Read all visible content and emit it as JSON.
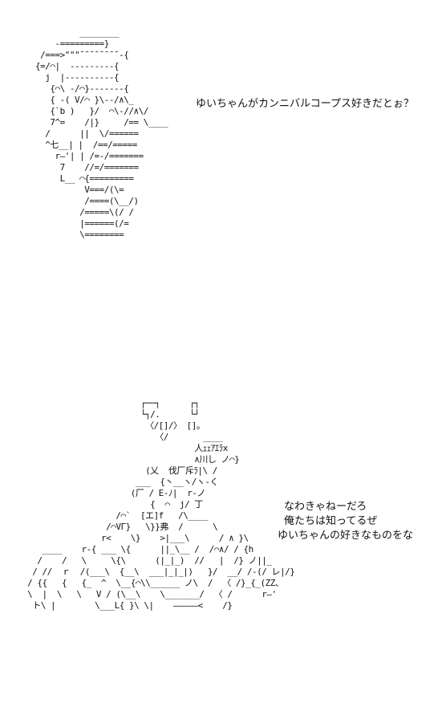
{
  "art": {
    "top": "         ________\n    -=========}\n /===>\"\"\"¯¯¯¯¯¯¯¯-{\n{=/⌒|  ---------{\n  j  |----------{\n   {⌒\\ -/⌒}-------{\n   { -( V/⌒ }\\--/∧\\_\n   {`b )   }/  ⌒\\-//∧\\/\n   7^=    /|}     /== \\____\n  /      ||  \\/======\n  ^七__| |  /==/=====\n    r―'| | /=-/=======\n     7    //=/=======\n     L__ ⌒{=========\n          V===/(\\=\n          /====(\\__/)\n         /=====\\(/ /\n         |======(/=\n         \\========",
    "bottom": "                        ┌──┐      ┌┐\n                        └┐/.      └┘\n                         〈/[]/〉 []。\n                           〈/       ____\n                                   人ｪｪｱｴﾗx\n                                   ∧川し ノ⌒}\n                         (乂  伐厂斥ﾗ|\\ /\n                       ___  {丶__ヽ/ヽ-く\n                      (厂 / E-ﾉ|  r-ノ\n                          {  ⌒  j/ 丁\n                   /⌒`  [エ]f   /\\____\n                 /⌒VΓ}   \\}}弗  /      \\\n                r<    \\}    >|___\\      / ∧ }\\\n    ____    r-{ ___ \\{      ||_\\__ /  /⌒∧/ / {h\n   /    /   \\     \\{\\      (|_|_)  //   |  /} ノ||_\n  / //  ｒ  /(___\\  {__\\  ___|_|_|)   }/  __/ /-(/ レ|/}\n / {{   {   {_  ^  \\__{⌒\\\\______ ノ\\  /  〈 /}_{_(ZZ、\n \\  |  \\   \\   V / (\\__\\    \\_______/  〈 /      r―'\n  ト\\ |        \\___L{ }\\ \\|    ―――――<    /}"
  },
  "speech": {
    "top": "ゆいちゃんがカンニバルコープス好きだとぉ？",
    "bottom_line_1": "なわきゃねーだろ",
    "bottom_line_2": "俺たちは知ってるぜ",
    "bottom_line_3": "ゆいちゃんの好きなものをな"
  }
}
